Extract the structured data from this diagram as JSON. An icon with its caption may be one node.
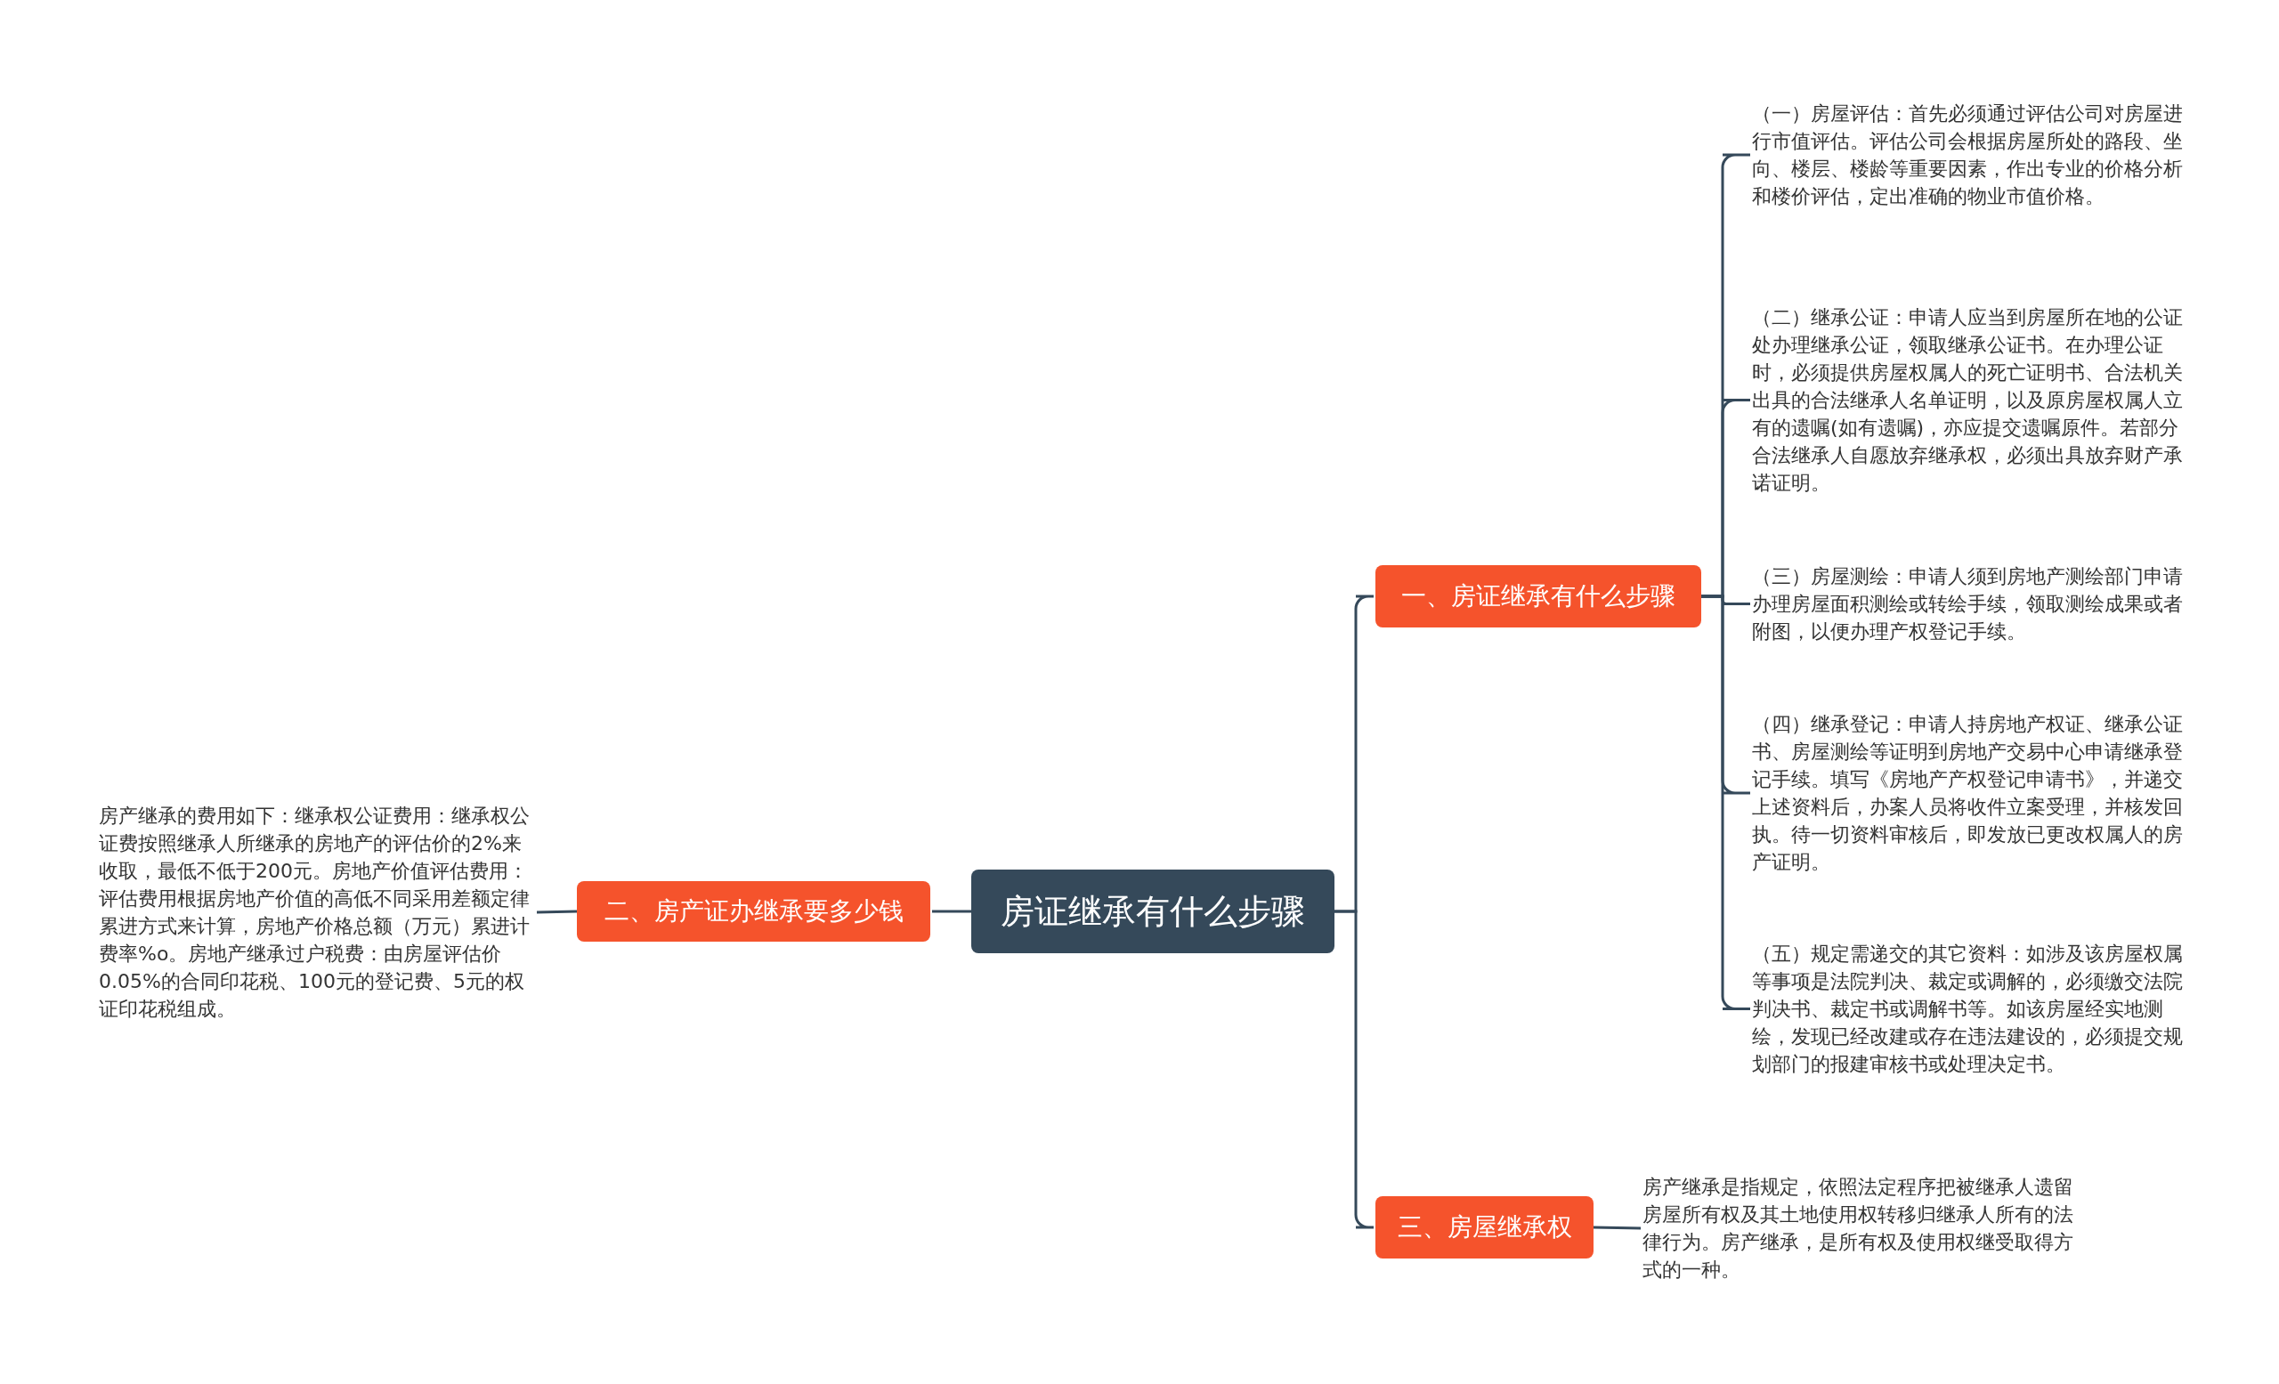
{
  "diagram": {
    "nodes": [
      {
        "text": [
          "房证继承有什么步骤"
        ]
      },
      {
        "text": [
          "一、房证继承有什么步骤"
        ]
      },
      {
        "text": [
          "（一）房屋评估：首先必须通过评估公司对房屋进行市值评估。评估公司会根据房屋所处的路段、坐向、楼层、楼龄等重要因素，作出专业的价格分析和楼价评估，定出准确的物业市值价格。"
        ]
      },
      {
        "text": [
          "（二）继承公证：申请人应当到房屋所在地的公证处办理继承公证，领取继承公证书。在办理公证时，必须提供房屋权属人的死亡证明书、合法机关出具的合法继承人名单证明，以及原房屋权属人立有的遗嘱(如有遗嘱)，亦应提交遗嘱原件。若部分合法继承人自愿放弃继承权，必须出具放弃财产承诺证明。"
        ]
      },
      {
        "text": [
          "（三）房屋测绘：申请人须到房地产测绘部门申请办理房屋面积测绘或转绘手续，领取测绘成果或者附图，以便办理产权登记手续。"
        ]
      },
      {
        "text": [
          "（四）继承登记：申请人持房地产权证、继承公证书、房屋测绘等证明到房地产交易中心申请继承登记手续。填写《房地产产权登记申请书》，并递交上述资料后，办案人员将收件立案受理，并核发回执。待一切资料审核后，即发放已更改权属人的房产证明。"
        ]
      },
      {
        "text": [
          "（五）规定需递交的其它资料：如涉及该房屋权属等事项是法院判决、裁定或调解的，必须缴交法院判决书、裁定书或调解书等。如该房屋经实地测绘，发现已经改建或存在违法建设的，必须提交规划部门的报建审核书或处理决定书。"
        ]
      },
      {
        "text": [
          "二、房产证办继承要多少钱"
        ]
      },
      {
        "text": [
          "房产继承的费用如下：继承权公证费用：继承权公证费按照继承人所继承的房地产的评估价的2%来收取，最低不低于200元。房地产价值评估费用：评估费用根据房地产价值的高低不同采用差额定律累进方式来计算，房地产价格总额（万元）累进计费率%o。房地产继承过户税费：由房屋评估价0.05%的合同印花税、100元的登记费、5元的权证印花税组成。"
        ]
      },
      {
        "text": [
          "三、房屋继承权"
        ]
      },
      {
        "text": [
          "房产继承是指规定，依照法定程序把被继承人遗留房屋所有权及其土地使用权转移归继承人所有的法律行为。房产继承，是所有权及使用权继受取得方式的一种。"
        ]
      }
    ],
    "edges": [
      {
        "from": 0,
        "to": 1,
        "arrow": "none"
      },
      {
        "from": 1,
        "to": 2,
        "arrow": "none"
      },
      {
        "from": 1,
        "to": 3,
        "arrow": "none"
      },
      {
        "from": 1,
        "to": 4,
        "arrow": "none"
      },
      {
        "from": 1,
        "to": 5,
        "arrow": "none"
      },
      {
        "from": 1,
        "to": 6,
        "arrow": "none"
      },
      {
        "from": 0,
        "to": 7,
        "arrow": "none"
      },
      {
        "from": 7,
        "to": 8,
        "arrow": "none"
      },
      {
        "from": 0,
        "to": 9,
        "arrow": "none"
      },
      {
        "from": 9,
        "to": 10,
        "arrow": "none"
      }
    ]
  }
}
